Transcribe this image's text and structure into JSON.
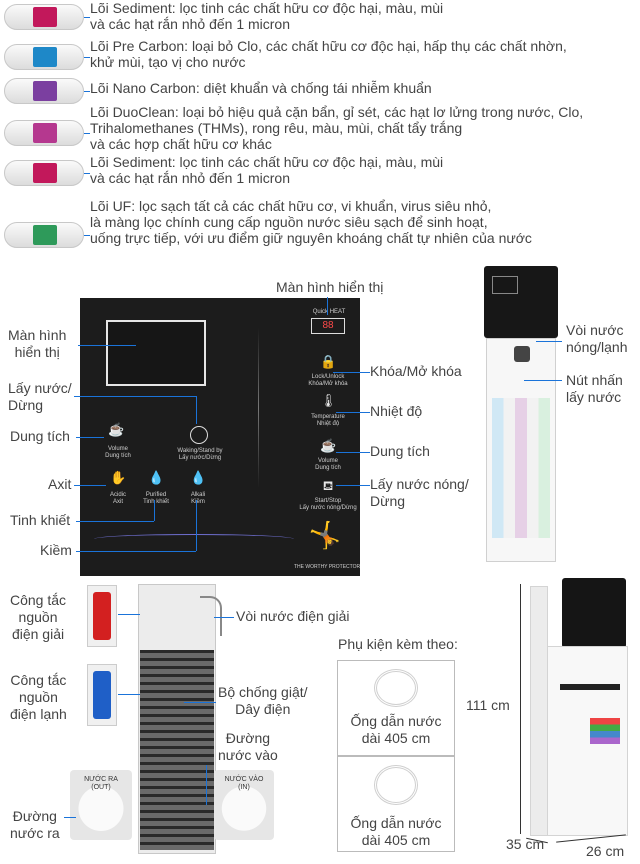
{
  "filters": [
    {
      "lines": [
        "Lõi Sediment: lọc tinh các chất hữu cơ độc hại, màu, mùi",
        "và các hạt rắn nhỏ đến 1 micron"
      ],
      "band": "#c2185b",
      "icon": "sediment-filter-icon"
    },
    {
      "lines": [
        "Lõi Pre Carbon: loại bỏ Clo, các chất hữu cơ độc hại, hấp thụ các chất nhờn,",
        "khử mùi, tạo vị cho nước"
      ],
      "band": "#1e88c8",
      "icon": "pre-carbon-filter-icon"
    },
    {
      "lines": [
        "Lõi Nano Carbon: diệt khuẩn và chống tái nhiễm khuẩn"
      ],
      "band": "#7b3fa0",
      "icon": "nano-carbon-filter-icon"
    },
    {
      "lines": [
        "Lõi DuoClean: loại bỏ hiệu quả cặn bẩn, gỉ sét, các hạt lơ lửng trong nước, Clo,",
        "Trihalomethanes (THMs), rong rêu, màu, mùi, chất tẩy trắng",
        "và các hợp chất hữu cơ khác"
      ],
      "band": "#b5388f",
      "icon": "duoclean-filter-icon"
    },
    {
      "lines": [
        "Lõi Sediment: lọc tinh các chất hữu cơ độc hại, màu, mùi",
        "và các hạt rắn nhỏ đến 1 micron"
      ],
      "band": "#c2185b",
      "icon": "sediment-filter-icon"
    },
    {
      "lines": [
        "Lõi UF: lọc sạch tất cả các chất hữu cơ, vi khuẩn, virus siêu nhỏ,",
        "là màng lọc chính cung cấp nguồn nước siêu sạch để sinh hoạt,",
        "uống trực tiếp, với ưu điểm giữ nguyên khoáng chất tự nhiên của nước"
      ],
      "band": "#2e9a5a",
      "icon": "uf-filter-icon"
    }
  ],
  "panel_labels": {
    "screen_top": "Màn hình hiển thị",
    "screen_left": [
      "Màn hình",
      "hiển thị"
    ],
    "dispense_left": [
      "Lấy nước/",
      "Dừng"
    ],
    "volume_left": "Dung tích",
    "acid": "Axit",
    "purified": "Tinh khiết",
    "alkaline": "Kiềm",
    "lock": "Khóa/Mở khóa",
    "temperature": "Nhiệt độ",
    "volume_right": "Dung tích",
    "hot_dispense": [
      "Lấy nước nóng/",
      "Dừng"
    ]
  },
  "panel_texts": {
    "quick_heat": "Quick HEAT",
    "lock_unlock": [
      "Lock/Unlock",
      "Khóa/Mở khóa"
    ],
    "temperature": [
      "Temperature",
      "Nhiệt độ"
    ],
    "volume_r": [
      "Volume",
      "Dung tích"
    ],
    "start_stop": [
      "Start/Stop",
      "Lấy nước nóng/Dừng"
    ],
    "volume_l": [
      "Volume",
      "Dung tích"
    ],
    "waking": [
      "Waking/Stand by",
      "Lấy nước/Dừng"
    ],
    "acidic": [
      "Acidic",
      "Axit"
    ],
    "purified": [
      "Purified",
      "Tinh khiết"
    ],
    "alkali": [
      "Alkali",
      "Kiềm"
    ],
    "brand": "THE WORTHY PROTECTOR"
  },
  "unit_labels": {
    "faucet": [
      "Vòi nước",
      "nóng/lạnh"
    ],
    "button": [
      "Nút nhấn",
      "lấy nước"
    ]
  },
  "back_labels": {
    "power_switch": [
      "Công tắc",
      "nguồn",
      "điện giải"
    ],
    "cool_switch": [
      "Công tắc",
      "nguồn",
      "điện lạnh"
    ],
    "electrolytic_faucet": "Vòi nước điện giải",
    "anti_shock": [
      "Bộ chống giật/",
      "Dây điện"
    ],
    "inlet": [
      "Đường",
      "nước vào"
    ],
    "outlet": [
      "Đường",
      "nước ra"
    ],
    "outlet_tag": [
      "NƯỚC RA",
      "(OUT)"
    ],
    "inlet_tag": [
      "NƯỚC VÀO",
      "(IN)"
    ]
  },
  "accessories": {
    "title": "Phụ kiện kèm theo:",
    "items": [
      {
        "lines": [
          "Ống dẫn nước",
          "dài 405 cm"
        ]
      },
      {
        "lines": [
          "Ống dẫn nước",
          "dài 405 cm"
        ]
      }
    ]
  },
  "dimensions": {
    "height": "111 cm",
    "width": "35 cm",
    "depth": "26 cm"
  },
  "colors": {
    "accent": "#1a73d9",
    "panel": "#1c1c1c",
    "switch_red": "#d32020",
    "switch_blue": "#1f5fc7"
  }
}
